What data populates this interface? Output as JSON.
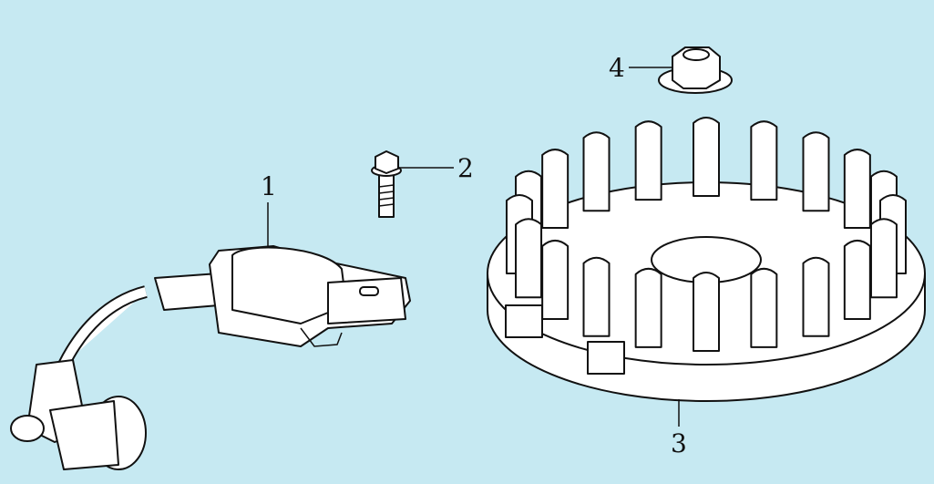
{
  "callouts": [
    {
      "number": "1",
      "part": "ignition-coil"
    },
    {
      "number": "2",
      "part": "flange-bolt"
    },
    {
      "number": "3",
      "part": "flywheel"
    },
    {
      "number": "4",
      "part": "flange-nut"
    }
  ],
  "colors": {
    "background": "#c6e9f2",
    "line": "#111111",
    "fill": "#ffffff"
  }
}
